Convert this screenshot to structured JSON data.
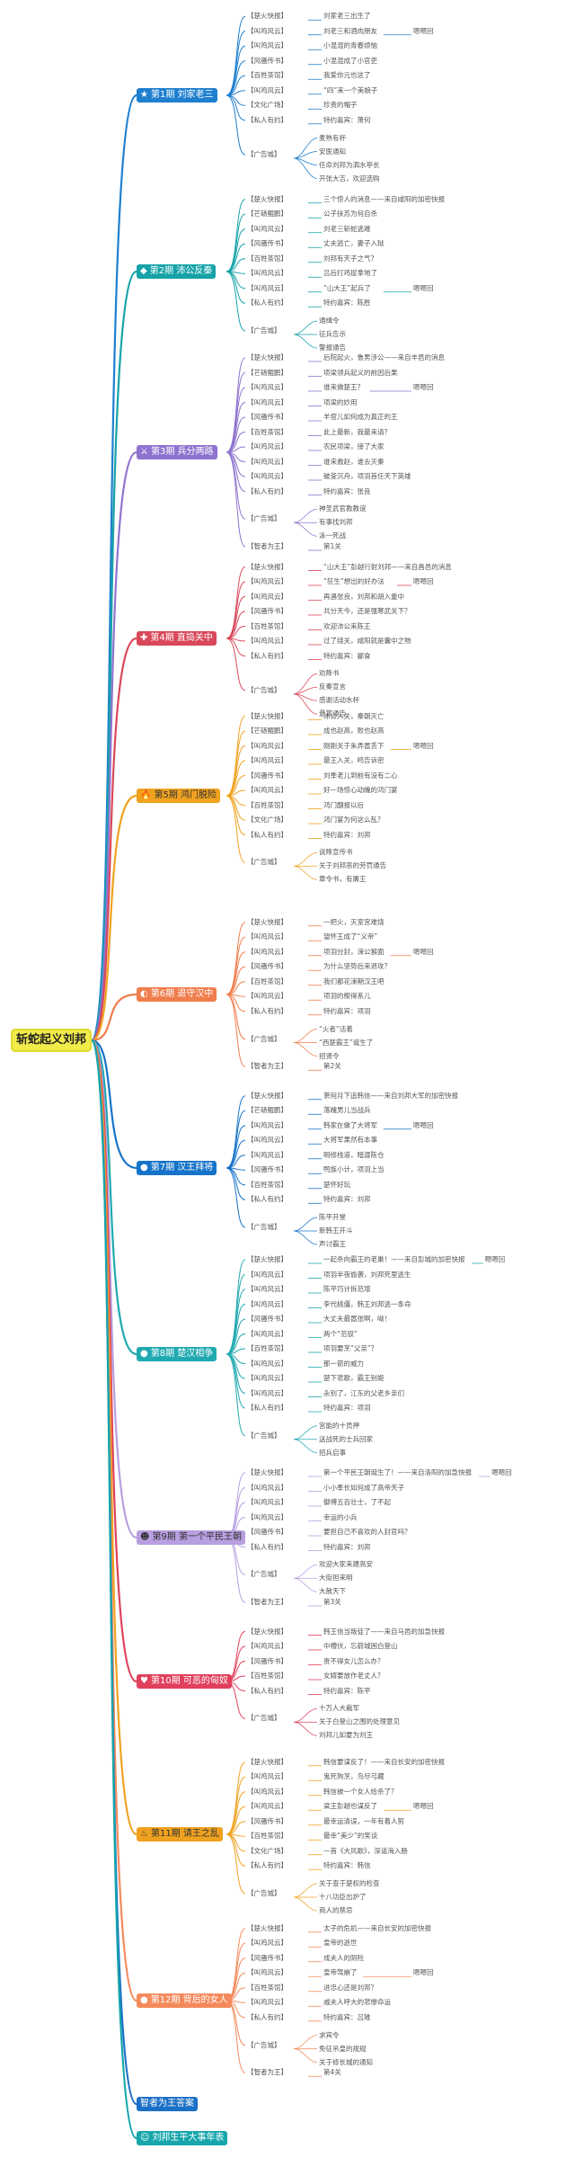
{
  "root_title": "斩蛇起义刘邦",
  "branches": [
    {
      "title": "第1期 刘家老三",
      "icon": "★",
      "icon_name": "star-icon",
      "color": "#1e7fcf",
      "text_color": "#ffffff",
      "items": [
        {
          "tag": "【楚火快报】",
          "text": "刘家老三出生了"
        },
        {
          "tag": "【叫鸡风云】",
          "text": "刘老三和酒肉朋友",
          "note": "嗯嗯回"
        },
        {
          "tag": "【叫鸡风云】",
          "text": "小混混的青春烦恼"
        },
        {
          "tag": "【风骚传书】",
          "text": "小混混成了小官吏"
        },
        {
          "tag": "【百姓茶馆】",
          "text": "我爱你元也这了"
        },
        {
          "tag": "【叫鸡风云】",
          "text": "“四”来一个美娘子"
        },
        {
          "tag": "【文化广场】",
          "text": "珍贵的帽子"
        },
        {
          "tag": "【私人有约】",
          "text": "特约嘉宾：萧何"
        },
        {
          "tag": "【广告城】",
          "subs": [
            "麦熟有杯",
            "安医通知",
            "任命刘邦为泗水亭长",
            "开张大吉，欢迎选购"
          ]
        }
      ]
    },
    {
      "title": "第2期 沛公反秦",
      "icon": "◆",
      "icon_name": "diamond-icon",
      "color": "#16a3a8",
      "text_color": "#ffffff",
      "items": [
        {
          "tag": "【楚火快报】",
          "text": "三个惊人的消息——来自咸阳的加密快报"
        },
        {
          "tag": "【芒砀鲲鹏】",
          "text": "公子扶苏为何自杀"
        },
        {
          "tag": "【叫鸡风云】",
          "text": "刘老三斩蛇逃难"
        },
        {
          "tag": "【风骚传书】",
          "text": "丈夫逃亡，妻子入狱"
        },
        {
          "tag": "【百姓茶馆】",
          "text": "刘邦有天子之气？"
        },
        {
          "tag": "【叫鸡风云】",
          "text": "吕后打鸡捉拿地了"
        },
        {
          "tag": "【叫鸡风云】",
          "text": "“山大王”起兵了",
          "note": "嗯嗯回"
        },
        {
          "tag": "【私人有约】",
          "text": "特约嘉宾：陈胜"
        },
        {
          "tag": "【广告城】",
          "subs": [
            "通缉令",
            "征兵告示",
            "警报通告"
          ]
        }
      ]
    },
    {
      "title": "第3期 兵分两路",
      "icon": "⚔",
      "icon_name": "swords-icon",
      "color": "#8f73cf",
      "text_color": "#ffffff",
      "items": [
        {
          "tag": "【楚火快报】",
          "text": "后院起火，鲁男涉公——来自丰邑的消息"
        },
        {
          "tag": "【芒砀鲲鹏】",
          "text": "项梁领兵起义的前因后果"
        },
        {
          "tag": "【叫鸡风云】",
          "text": "谁来做楚王？",
          "note": "嗯嗯回"
        },
        {
          "tag": "【叫鸡风云】",
          "text": "项梁的妙用"
        },
        {
          "tag": "【风骚传书】",
          "text": "羊倌儿如何成为真正的王"
        },
        {
          "tag": "【百姓茶馆】",
          "text": "此上最新，我最来请？"
        },
        {
          "tag": "【叫鸡风云】",
          "text": "农民项梁，接了大家"
        },
        {
          "tag": "【叫鸡风云】",
          "text": "谁来救赵，谁去灭秦"
        },
        {
          "tag": "【叫鸡风云】",
          "text": "破釜沉舟，项羽首任天下英雄"
        },
        {
          "tag": "【私人有约】",
          "text": "特约嘉宾：张良"
        },
        {
          "tag": "【广告城】",
          "subs": [
            "神圣武官教教谊",
            "有事找刘邦",
            "泳一死战"
          ]
        },
        {
          "tag": "【智者为王】",
          "text": "第1关"
        }
      ]
    },
    {
      "title": "第4期 直捣关中",
      "icon": "✚",
      "icon_name": "cross-icon",
      "color": "#d9485a",
      "text_color": "#ffffff",
      "items": [
        {
          "tag": "【楚火快报】",
          "text": "“山大王”彭越行射刘邦——来自昌邑的消息"
        },
        {
          "tag": "【叫鸡风云】",
          "text": "“狂生”想出的好办法",
          "note": "嗯嗯回"
        },
        {
          "tag": "【叫鸡风云】",
          "text": "再遇张良，刘邦和胡入重中"
        },
        {
          "tag": "【风骚传书】",
          "text": "共分天今，还是强寒武关下？"
        },
        {
          "tag": "【百姓茶馆】",
          "text": "欢迎沛公来陈王"
        },
        {
          "tag": "【叫鸡风云】",
          "text": "过了绕关，咸阳就是囊中之物"
        },
        {
          "tag": "【私人有约】",
          "text": "特约嘉宾：郦食"
        },
        {
          "tag": "【广告城】",
          "subs": [
            "劝降书",
            "反秦宣言",
            "感谢活动水杯",
            "悬赏通告"
          ]
        }
      ]
    },
    {
      "title": "第5期 鸿门脱险",
      "icon": "🔥",
      "icon_name": "fire-icon",
      "color": "#f0a21f",
      "text_color": "#333333",
      "items": [
        {
          "tag": "【楚火快报】",
          "text": "沛公入关，秦朝灭亡"
        },
        {
          "tag": "【芒砀鲲鹏】",
          "text": "成也赵高，败也赵高"
        },
        {
          "tag": "【叫鸡风云】",
          "text": "刚刚关于朱弄嚣丢下",
          "note": "嗯嗯回"
        },
        {
          "tag": "【叫鸡风云】",
          "text": "最王入关，鸣告诉密"
        },
        {
          "tag": "【风骚传书】",
          "text": "刘季老儿到前有没有二心"
        },
        {
          "tag": "【叫鸡风云】",
          "text": "好一场惊心动魄的鸿门宴"
        },
        {
          "tag": "【百姓茶馆】",
          "text": "鸿门翻报以后"
        },
        {
          "tag": "【文化广场】",
          "text": "鸿门宴为何这么乱？"
        },
        {
          "tag": "【私人有约】",
          "text": "特约嘉宾：刘邦"
        },
        {
          "tag": "【广告城】",
          "subs": [
            "说降宣传书",
            "关于刘邦恶的劳罚通告",
            "章令书，有屠王"
          ]
        }
      ]
    },
    {
      "title": "第6期 退守汉中",
      "icon": "◐",
      "icon_name": "half-circle-icon",
      "color": "#f07d4c",
      "text_color": "#ffffff",
      "items": [
        {
          "tag": "【楚火快报】",
          "text": "一把火，灭室宫难烧"
        },
        {
          "tag": "【叫鸡风云】",
          "text": "望怀王成了“义帝”"
        },
        {
          "tag": "【叫鸡风云】",
          "text": "项羽分封，涑公猴面",
          "note": "嗯嗯回"
        },
        {
          "tag": "【风骚传书】",
          "text": "为什么坚势后来退攻？"
        },
        {
          "tag": "【百姓茶馆】",
          "text": "我们都花涑期汉王吧"
        },
        {
          "tag": "【叫鸡风云】",
          "text": "项羽的楔得系儿"
        },
        {
          "tag": "【私人有约】",
          "text": "特约嘉宾：项羽"
        },
        {
          "tag": "【广告城】",
          "subs": [
            "“火者”活着",
            "“西楚霸王”诞生了",
            "招贤令"
          ]
        },
        {
          "tag": "【智者为王】",
          "text": "第2关"
        }
      ]
    },
    {
      "title": "第7期 汉王拜将",
      "icon": "●",
      "icon_name": "circle-icon",
      "color": "#1673c9",
      "text_color": "#ffffff",
      "items": [
        {
          "tag": "【楚火快报】",
          "text": "萧何月下追韩信——来自刘邦大军的加密快报"
        },
        {
          "tag": "【芒砀鲲鹏】",
          "text": "落魄男儿当战兵"
        },
        {
          "tag": "【叫鸡风云】",
          "text": "韩家在做了大将军",
          "note": "嗯嗯回"
        },
        {
          "tag": "【叫鸡风云】",
          "text": "大将军果然有本事"
        },
        {
          "tag": "【叫鸡风云】",
          "text": "明修栈道，暗渡陈仓"
        },
        {
          "tag": "【风骚传书】",
          "text": "鸭族小计，项羽上当"
        },
        {
          "tag": "【百姓茶馆】",
          "text": "楚怀好玩"
        },
        {
          "tag": "【私人有约】",
          "text": "特约嘉宾：刘邦"
        },
        {
          "tag": "【广告城】",
          "subs": [
            "陈平开堂",
            "新韩王开斗",
            "声讨霸王"
          ]
        }
      ]
    },
    {
      "title": "第8期 楚汉相争",
      "icon": "●",
      "icon_name": "circle-icon",
      "color": "#20a9b0",
      "text_color": "#ffffff",
      "items": [
        {
          "tag": "【楚火快报】",
          "text": "一起杀向霸王的老巢！——来自彭城的加密快报",
          "note": "嗯嗯回"
        },
        {
          "tag": "【叫鸡风云】",
          "text": "项羽半夜偷袭，刘邦死里逃生"
        },
        {
          "tag": "【叫鸡风云】",
          "text": "陈平巧计拆范增"
        },
        {
          "tag": "【叫鸡风云】",
          "text": "李代桃僵，韩王刘邦逃一条命"
        },
        {
          "tag": "【风骚传书】",
          "text": "大丈夫最嚣张啊，呦！"
        },
        {
          "tag": "【叫鸡风云】",
          "text": "两个“范驭”"
        },
        {
          "tag": "【百姓茶馆】",
          "text": "项羽要烹“父亲”？"
        },
        {
          "tag": "【叫鸡风云】",
          "text": "那一箭的威力"
        },
        {
          "tag": "【叫鸡风云】",
          "text": "楚下悲歌，霸王别姬"
        },
        {
          "tag": "【叫鸡风云】",
          "text": "永别了，江东的父老乡亲们"
        },
        {
          "tag": "【私人有约】",
          "text": "特约嘉宾：项羽"
        },
        {
          "tag": "【广告城】",
          "subs": [
            "宫能的十员押",
            "送战死的士兵回家",
            "招兵启事"
          ]
        }
      ]
    },
    {
      "title": "第9期 第一个平民王朝",
      "icon": "☻",
      "icon_name": "smiley-icon",
      "color": "#b79fe0",
      "text_color": "#333333",
      "items": [
        {
          "tag": "【楚火快报】",
          "text": "第一个平民王朝诞生了！——来自洛阳的加急快报",
          "note": "嗯嗯回"
        },
        {
          "tag": "【叫鸡风云】",
          "text": "小小季长如何成了高帝天子"
        },
        {
          "tag": "【叫鸡风云】",
          "text": "御傅五百壮士，了不起"
        },
        {
          "tag": "【叫鸡风云】",
          "text": "幸运的小兵"
        },
        {
          "tag": "【风骚传书】",
          "text": "要担自己不喜欢的人封官吗？"
        },
        {
          "tag": "【私人有约】",
          "text": "特约嘉宾：刘邦"
        },
        {
          "tag": "【广告城】",
          "subs": [
            "欢迎大家来建高安",
            "大街担来明",
            "大赦天下"
          ]
        },
        {
          "tag": "【智者为王】",
          "text": "第3关"
        }
      ]
    },
    {
      "title": "第10期 可恶的匈奴",
      "icon": "♥",
      "icon_name": "heart-icon",
      "color": "#e0405c",
      "text_color": "#ffffff",
      "items": [
        {
          "tag": "【楚火快报】",
          "text": "韩王信当叛徒了——来自马邑的加急快报"
        },
        {
          "tag": "【叫鸡风云】",
          "text": "中槽伏，忘箭城困白登山"
        },
        {
          "tag": "【风骚传书】",
          "text": "贵不得女儿怎么办？"
        },
        {
          "tag": "【百姓茶馆】",
          "text": "女婿要放作老丈人？"
        },
        {
          "tag": "【私人有约】",
          "text": "特约嘉宾：陈平"
        },
        {
          "tag": "【广告城】",
          "subs": [
            "十万人大裁军",
            "关于白登山之围的处理意见",
            "刘邦儿如要为刘王"
          ]
        }
      ]
    },
    {
      "title": "第11期 请王之乱",
      "icon": "♨",
      "icon_name": "hot-spring-icon",
      "color": "#f0a21f",
      "text_color": "#333333",
      "items": [
        {
          "tag": "【楚火快报】",
          "text": "韩信要谋反了！——来自长安的加密快报"
        },
        {
          "tag": "【叫鸡风云】",
          "text": "鬼死狗烹，鸟尽弓藏"
        },
        {
          "tag": "【叫鸡风云】",
          "text": "韩信被一个女人给杀了？"
        },
        {
          "tag": "【叫鸡风云】",
          "text": "梁王彭越也谋反了",
          "note": "嗯嗯回"
        },
        {
          "tag": "【风骚传书】",
          "text": "最幸运清误，一年有着人剪"
        },
        {
          "tag": "【百姓茶馆】",
          "text": "最幸“美少”的笑谈"
        },
        {
          "tag": "【文化广场】",
          "text": "一首《大风歌》，深谣海入肠"
        },
        {
          "tag": "【私人有约】",
          "text": "特约嘉宾：韩信"
        },
        {
          "tag": "【广告城】",
          "subs": [
            "关于查于楚权的检查",
            "十八功臣出炉了",
            "商人的禁忌"
          ]
        }
      ]
    },
    {
      "title": "第12期 背后的女人",
      "icon": "●",
      "icon_name": "circle-icon",
      "color": "#f48a5c",
      "text_color": "#ffffff",
      "items": [
        {
          "tag": "【楚火快报】",
          "text": "太子的危机——来自长安的加密快报"
        },
        {
          "tag": "【叫鸡风云】",
          "text": "皇帝的逝世"
        },
        {
          "tag": "【风骚传书】",
          "text": "成夫人的阴险"
        },
        {
          "tag": "【叫鸡风云】",
          "text": "皇帝驾崩了",
          "note": "嗯嗯回"
        },
        {
          "tag": "【百姓茶馆】",
          "text": "进忠心还是刘邦？"
        },
        {
          "tag": "【叫鸡风云】",
          "text": "戚夫人呼大的悲惨命运"
        },
        {
          "tag": "【私人有约】",
          "text": "特约嘉宾：吕雉"
        },
        {
          "tag": "【广告城】",
          "subs": [
            "求宾令",
            "免征吊皇的规规",
            "关于修长城的通知"
          ]
        },
        {
          "tag": "【智者为王】",
          "text": "第4关"
        }
      ]
    },
    {
      "title": "智者为王答案",
      "icon": "",
      "icon_name": "",
      "color": "#1a6fc6",
      "text_color": "#ffffff",
      "items": []
    },
    {
      "title": "刘邦生平大事年表",
      "icon": "☺",
      "icon_name": "smiley-icon",
      "color": "#17a6ac",
      "text_color": "#ffffff",
      "items": []
    }
  ]
}
